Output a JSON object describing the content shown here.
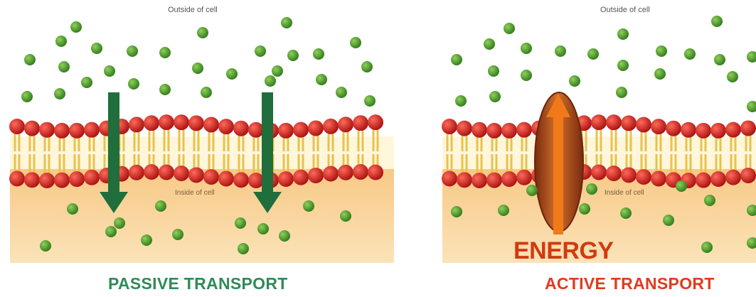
{
  "passive": {
    "outside_label": "Outside of cell",
    "inside_label": "Inside of cell",
    "title": "PASSIVE TRANSPORT"
  },
  "active": {
    "outside_label": "Outside of cell",
    "inside_label": "Inside of cell",
    "energy_label": "ENERGY",
    "title": "ACTIVE TRANSPORT"
  },
  "colors": {
    "particle": "#4f9a2c",
    "lipid_head": "#c81e1e",
    "lipid_tail": "#e8c24a",
    "cytoplasm": "#f3b86a",
    "passive_arrow": "#1f6e3c",
    "active_arrow": "#f07a1a",
    "protein": "#a3461c"
  }
}
